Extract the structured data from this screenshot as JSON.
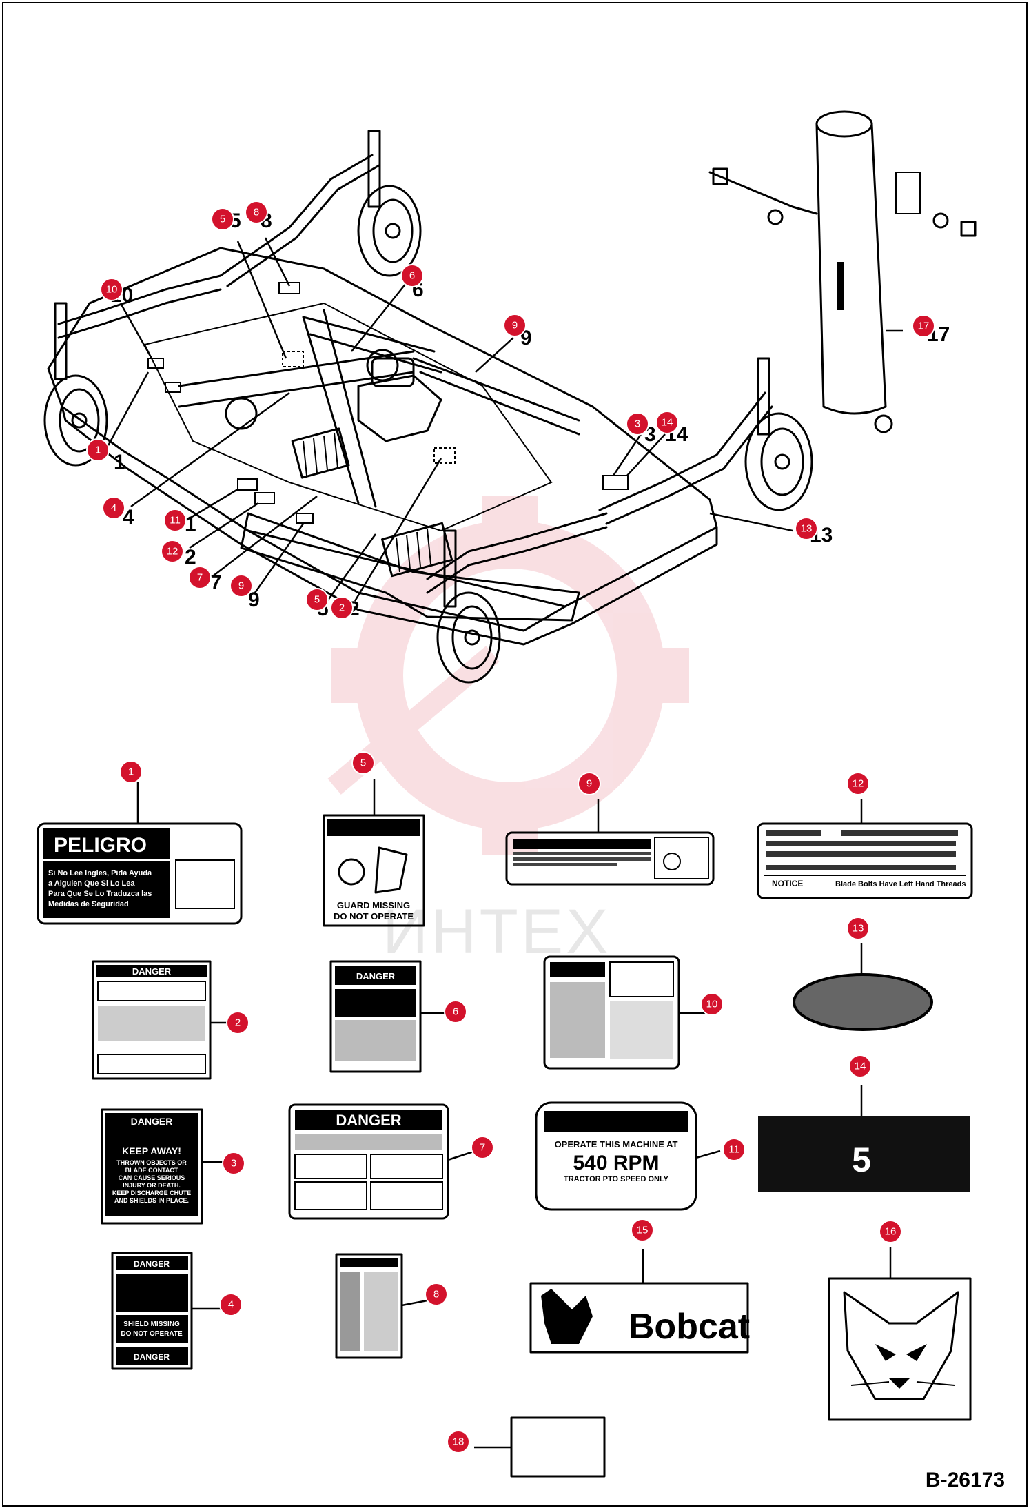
{
  "figure_id": "B-26173",
  "watermark": "ИНТЕХ",
  "callouts": [
    "1",
    "2",
    "3",
    "4",
    "5",
    "6",
    "7",
    "8",
    "9",
    "10",
    "11",
    "12",
    "13",
    "14",
    "15",
    "16",
    "17",
    "18"
  ],
  "labels": {
    "peligro_title": "PELIGRO",
    "peligro_body": [
      "Si No Lee Ingles, Pida Ayuda",
      "a Alguien Que Si Lo Lea",
      "Para Que Se Lo Traduzca las",
      "Medidas de Seguridad"
    ],
    "guard_missing": [
      "GUARD MISSING",
      "DO NOT OPERATE"
    ],
    "danger": "DANGER",
    "keep_away": [
      "KEEP AWAY!",
      "THROWN OBJECTS OR",
      "BLADE CONTACT",
      "CAN CAUSE SERIOUS",
      "INJURY OR DEATH.",
      "KEEP DISCHARGE CHUTE",
      "AND SHIELDS IN PLACE."
    ],
    "shield_missing": [
      "SHIELD MISSING",
      "DO NOT OPERATE"
    ],
    "rpm": [
      "OPERATE THIS MACHINE AT",
      "540 RPM",
      "TRACTOR PTO SPEED ONLY"
    ],
    "lubricate_notice": "NOTICE",
    "lubricate_line": "Blade Bolts Have Left Hand Threads",
    "warranty_number": "5",
    "brand": "Bobcat"
  }
}
